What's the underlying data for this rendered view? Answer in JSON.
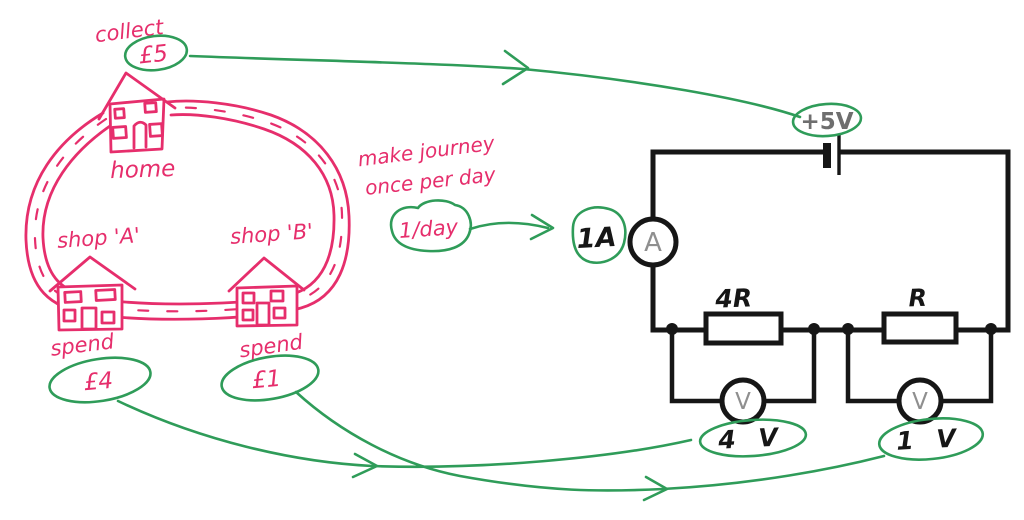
{
  "colors": {
    "pink": "#e62e6c",
    "green": "#2f9c59",
    "ink": "#161616",
    "meter_gray": "#8f8f8f",
    "battery_gray": "#6e6e6e",
    "paper": "#ffffff"
  },
  "journey": {
    "collect_label": "collect",
    "collect_amount": "£5",
    "home_label": "home",
    "shop_a_label": "shop 'A'",
    "shop_b_label": "shop 'B'",
    "spend_a_label": "spend",
    "spend_a_amount": "£4",
    "spend_b_label": "spend",
    "spend_b_amount": "£1",
    "journey_note_line1": "make journey",
    "journey_note_line2": "once per day",
    "journey_rate": "1/day"
  },
  "circuit": {
    "battery_voltage": "+5V",
    "current": "1A",
    "ammeter_symbol": "A",
    "resistor_left_label": "4R",
    "resistor_right_label": "R",
    "voltmeter_left_symbol": "V",
    "voltmeter_right_symbol": "V",
    "voltmeter_left_reading": "4 V",
    "voltmeter_right_reading": "1 V"
  }
}
